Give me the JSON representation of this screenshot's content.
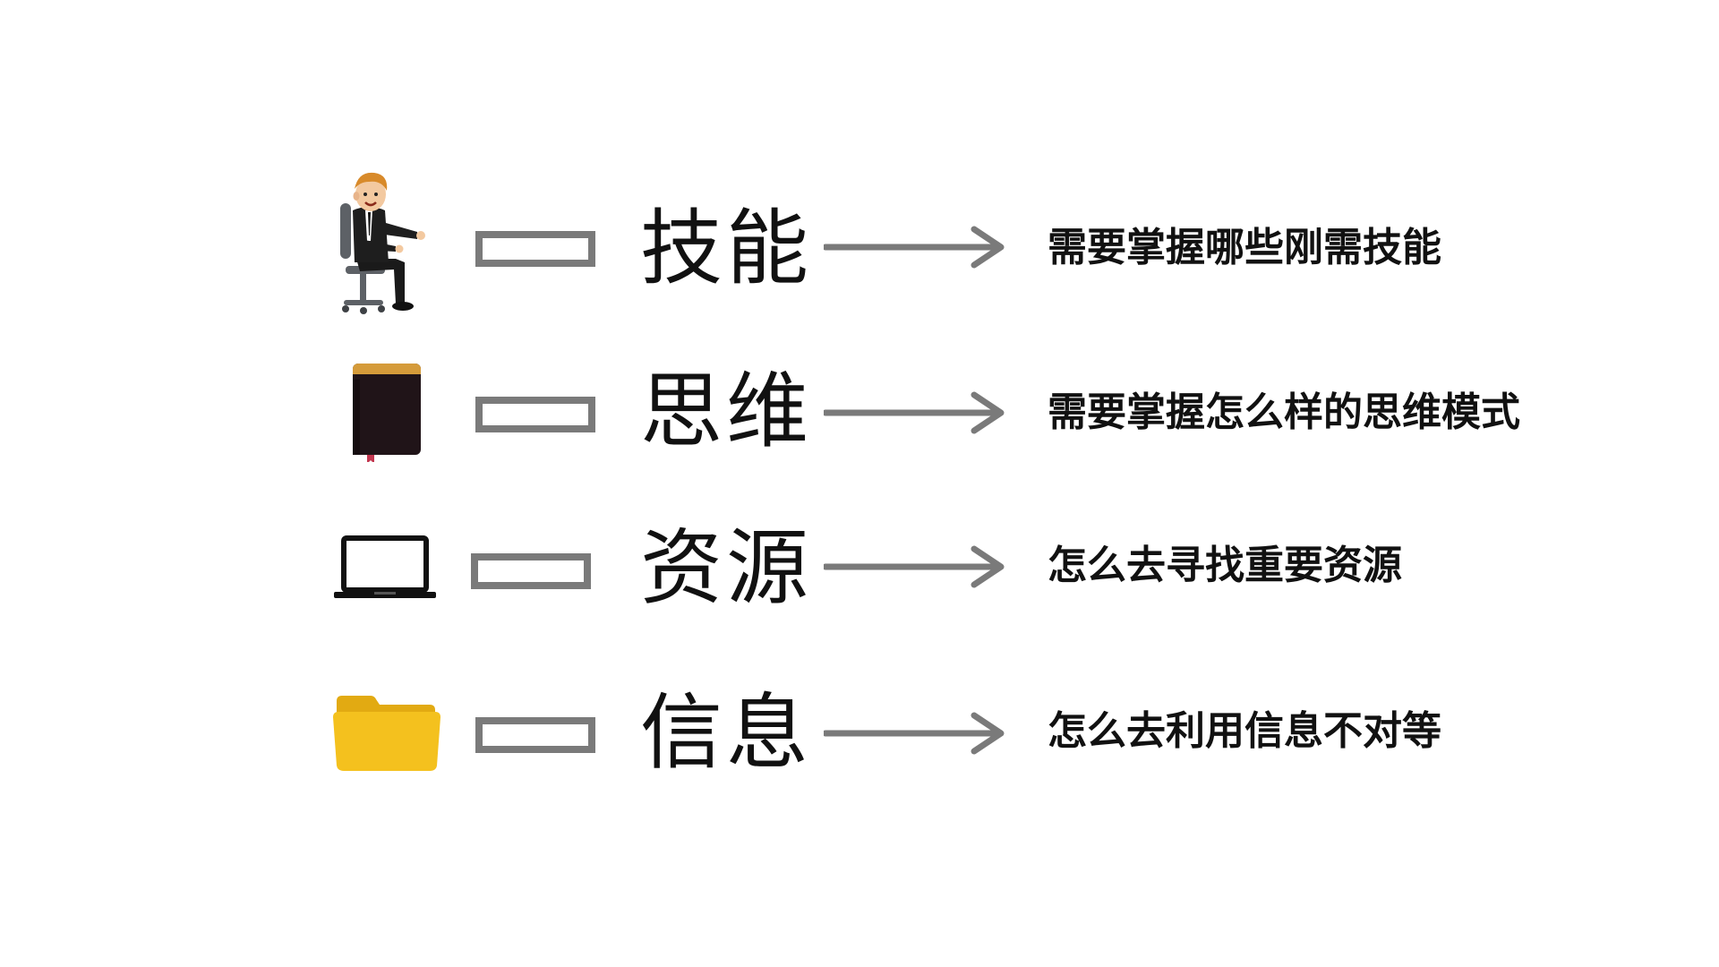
{
  "rows": [
    {
      "id": "skills",
      "icon": "businessman-on-chair-icon",
      "keyword": "技能",
      "description": "需要掌握哪些刚需技能"
    },
    {
      "id": "thinking",
      "icon": "book-icon",
      "keyword": "思维",
      "description": "需要掌握怎么样的思维模式"
    },
    {
      "id": "resources",
      "icon": "laptop-icon",
      "keyword": "资源",
      "description": "怎么去寻找重要资源"
    },
    {
      "id": "information",
      "icon": "folder-icon",
      "keyword": "信息",
      "description": "怎么去利用信息不对等"
    }
  ],
  "colors": {
    "bar_border": "#7a7a7a",
    "arrow": "#7a7a7a",
    "text": "#111111",
    "folder": "#f4c11e",
    "book_cover": "#201418",
    "book_top": "#d59b3a"
  }
}
